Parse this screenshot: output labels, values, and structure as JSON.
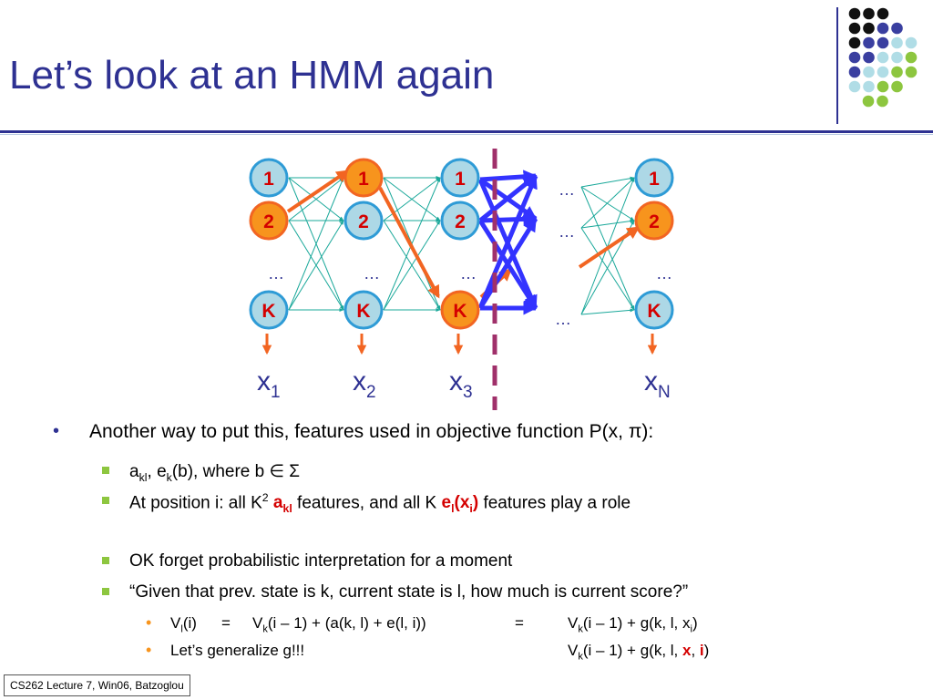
{
  "slide": {
    "title": "Let’s look at an HMM again",
    "footer": "CS262 Lecture 7, Win06, Batzoglou"
  },
  "diagram": {
    "state_labels": [
      "1",
      "2",
      "K"
    ],
    "ellipsis": "…",
    "emission_labels": [
      {
        "base": "x",
        "sub": "1"
      },
      {
        "base": "x",
        "sub": "2"
      },
      {
        "base": "x",
        "sub": "3"
      },
      {
        "base": "x",
        "sub": "N"
      }
    ]
  },
  "bullets": {
    "main": {
      "prefix": "Another way to put this, features used in objective function P(x, ",
      "pi": "π",
      "suffix": "):"
    },
    "sub1": {
      "a": "a",
      "a_sub": "kl",
      "sep": ", ",
      "e": "e",
      "e_sub": "k",
      "rest": "(b), where b ",
      "in": "∈",
      "sigma": " Σ"
    },
    "sub2": {
      "prefix": "At position i: all K",
      "sup": "2",
      "a": "a",
      "a_sub": "kl",
      "middle": " features, and all K ",
      "e": "e",
      "e_sub": "l",
      "e_open": "(x",
      "x_sub": "i",
      "e_close": ")",
      "suffix": " features play a role"
    },
    "sub3": "OK forget probabilistic interpretation for a moment",
    "sub4": "“Given that prev. state is k, current state is l, how much is current score?”",
    "sub4a": {
      "v1": "V",
      "v1_sub": "l",
      "v1_rest": "(i)",
      "eq1": "=",
      "v2": "V",
      "v2_sub": "k",
      "v2_rest": "(i – 1) + (a(k, l) + e(l, i))",
      "eq2": "=",
      "v3": "V",
      "v3_sub": "k",
      "v3_rest": "(i – 1) + g(k, l, x",
      "v3_xsub": "i",
      "v3_close": ")"
    },
    "sub4b": {
      "text": "Let’s generalize g!!!",
      "v": "V",
      "v_sub": "k",
      "v_rest": "(i – 1) + g(k, l, ",
      "x": "x",
      "comma": ", ",
      "i": "i",
      "close": ")"
    }
  },
  "colors": {
    "title": "#2e3192",
    "state_fill": "#add8e6",
    "state_stroke": "#2e9bd6",
    "highlight_fill": "#f7941d",
    "highlight_stroke": "#f26522",
    "transition": "#1aa89a",
    "path_orange": "#f26522",
    "path_blue": "#3333ff",
    "divider": "#a0306a",
    "state_text": "#d40000",
    "deco_black": "#111111",
    "deco_purple": "#3a3fa0",
    "deco_lightblue": "#b0dde6",
    "deco_green": "#8dc63f"
  },
  "icons": {
    "main_bullet": "bullet-dot-icon",
    "sub_bullet": "green-square-icon",
    "subsub_bullet": "orange-dot-icon",
    "emission": "arrow-down-icon"
  }
}
